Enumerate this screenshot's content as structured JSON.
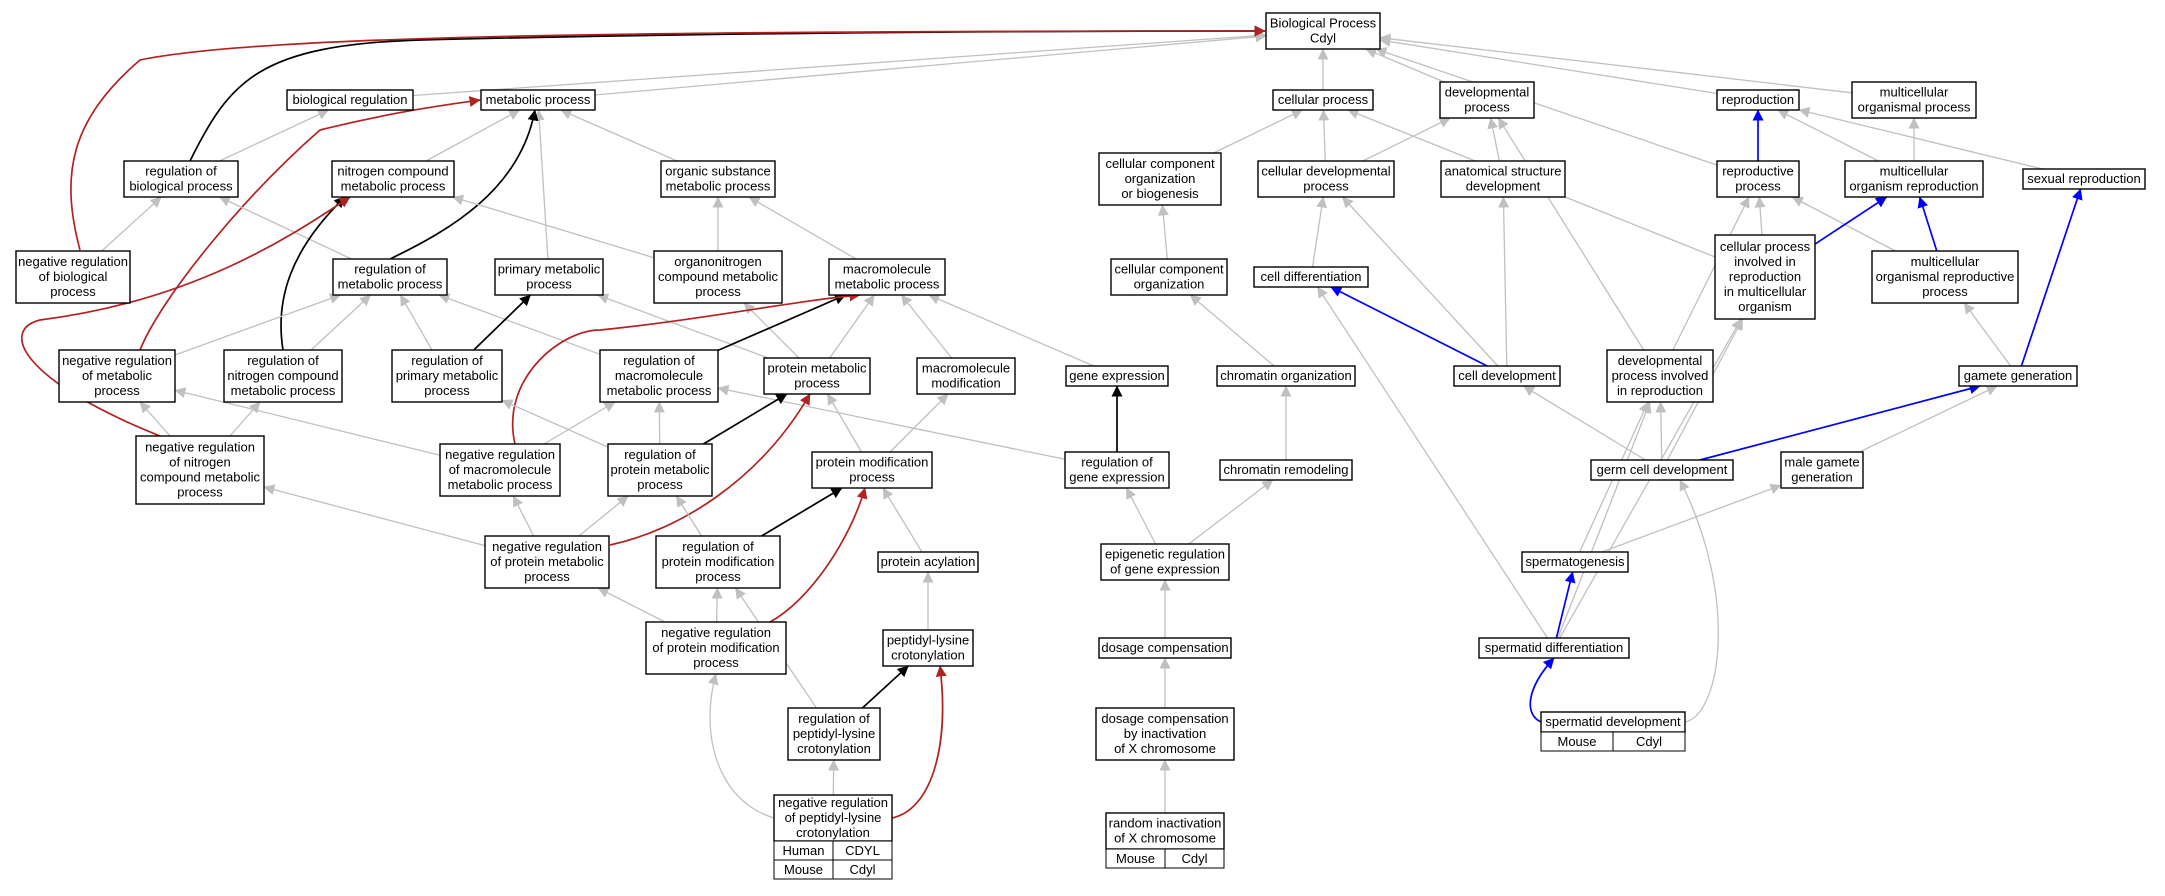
{
  "colors": {
    "gray": "#c0c0c0",
    "black": "#000000",
    "blue": "#0000ff",
    "red": "#b22222",
    "human_cell": "#ff6347",
    "mouse_cell": "#add8e6"
  },
  "nodes": [
    {
      "id": "bp",
      "lines": [
        "Biological Process",
        "Cdyl"
      ]
    },
    {
      "id": "bioreg",
      "lines": [
        "biological regulation"
      ]
    },
    {
      "id": "metproc",
      "lines": [
        "metabolic process"
      ]
    },
    {
      "id": "cellproc",
      "lines": [
        "cellular process"
      ]
    },
    {
      "id": "devproc",
      "lines": [
        "developmental",
        "process"
      ]
    },
    {
      "id": "repro",
      "lines": [
        "reproduction"
      ]
    },
    {
      "id": "multiproc",
      "lines": [
        "multicellular",
        "organismal process"
      ]
    },
    {
      "id": "regbio",
      "lines": [
        "regulation of",
        "biological process"
      ]
    },
    {
      "id": "nitro",
      "lines": [
        "nitrogen compound",
        "metabolic process"
      ]
    },
    {
      "id": "orgsub",
      "lines": [
        "organic substance",
        "metabolic process"
      ]
    },
    {
      "id": "ccorg",
      "lines": [
        "cellular component",
        "organization",
        "or biogenesis"
      ]
    },
    {
      "id": "celldev",
      "lines": [
        "cellular developmental",
        "process"
      ]
    },
    {
      "id": "anat",
      "lines": [
        "anatomical structure",
        "development"
      ]
    },
    {
      "id": "reproproc",
      "lines": [
        "reproductive",
        "process"
      ]
    },
    {
      "id": "multirepro",
      "lines": [
        "multicellular",
        "organism reproduction"
      ]
    },
    {
      "id": "sexrepro",
      "lines": [
        "sexual reproduction"
      ]
    },
    {
      "id": "negbio",
      "lines": [
        "negative regulation",
        "of biological",
        "process"
      ]
    },
    {
      "id": "regmet",
      "lines": [
        "regulation of",
        "metabolic process"
      ]
    },
    {
      "id": "primmet",
      "lines": [
        "primary metabolic",
        "process"
      ]
    },
    {
      "id": "orgnitro",
      "lines": [
        "organonitrogen",
        "compound metabolic",
        "process"
      ]
    },
    {
      "id": "macromet",
      "lines": [
        "macromolecule",
        "metabolic process"
      ]
    },
    {
      "id": "ccorg2",
      "lines": [
        "cellular component",
        "organization"
      ]
    },
    {
      "id": "celldiff",
      "lines": [
        "cell differentiation"
      ]
    },
    {
      "id": "cpinvolved",
      "lines": [
        "cellular process",
        "involved in",
        "reproduction",
        "in multicellular",
        "organism"
      ]
    },
    {
      "id": "multireproproc",
      "lines": [
        "multicellular",
        "organismal reproductive",
        "process"
      ]
    },
    {
      "id": "negmet",
      "lines": [
        "negative regulation",
        "of metabolic",
        "process"
      ]
    },
    {
      "id": "regnitro",
      "lines": [
        "regulation of",
        "nitrogen compound",
        "metabolic process"
      ]
    },
    {
      "id": "regprimmet",
      "lines": [
        "regulation of",
        "primary metabolic",
        "process"
      ]
    },
    {
      "id": "regmacro",
      "lines": [
        "regulation of",
        "macromolecule",
        "metabolic process"
      ]
    },
    {
      "id": "protmet",
      "lines": [
        "protein metabolic",
        "process"
      ]
    },
    {
      "id": "macromod",
      "lines": [
        "macromolecule",
        "modification"
      ]
    },
    {
      "id": "geneexp",
      "lines": [
        "gene expression"
      ]
    },
    {
      "id": "chromorg",
      "lines": [
        "chromatin organization"
      ]
    },
    {
      "id": "cellde",
      "lines": [
        "cell development"
      ]
    },
    {
      "id": "devrepro",
      "lines": [
        "developmental",
        "process involved",
        "in reproduction"
      ]
    },
    {
      "id": "gamete",
      "lines": [
        "gamete generation"
      ]
    },
    {
      "id": "negnitro",
      "lines": [
        "negative regulation",
        "of nitrogen",
        "compound metabolic",
        "process"
      ]
    },
    {
      "id": "negmacro",
      "lines": [
        "negative regulation",
        "of macromolecule",
        "metabolic process"
      ]
    },
    {
      "id": "regprot",
      "lines": [
        "regulation of",
        "protein metabolic",
        "process"
      ]
    },
    {
      "id": "protmod",
      "lines": [
        "protein modification",
        "process"
      ]
    },
    {
      "id": "reggene",
      "lines": [
        "regulation of",
        "gene expression"
      ]
    },
    {
      "id": "chromrem",
      "lines": [
        "chromatin remodeling"
      ]
    },
    {
      "id": "germ",
      "lines": [
        "germ cell development"
      ]
    },
    {
      "id": "malegam",
      "lines": [
        "male gamete",
        "generation"
      ]
    },
    {
      "id": "negprot",
      "lines": [
        "negative regulation",
        "of protein metabolic",
        "process"
      ]
    },
    {
      "id": "regprotmod",
      "lines": [
        "regulation of",
        "protein modification",
        "process"
      ]
    },
    {
      "id": "protacyl",
      "lines": [
        "protein acylation"
      ]
    },
    {
      "id": "epi",
      "lines": [
        "epigenetic regulation",
        "of gene expression"
      ]
    },
    {
      "id": "spermato",
      "lines": [
        "spermatogenesis"
      ]
    },
    {
      "id": "negprotmod",
      "lines": [
        "negative regulation",
        "of protein modification",
        "process"
      ]
    },
    {
      "id": "peptidyl",
      "lines": [
        "peptidyl-lysine",
        "crotonylation"
      ]
    },
    {
      "id": "dosage",
      "lines": [
        "dosage compensation"
      ]
    },
    {
      "id": "spermdiff",
      "lines": [
        "spermatid differentiation"
      ]
    },
    {
      "id": "regpep",
      "lines": [
        "regulation of",
        "peptidyl-lysine",
        "crotonylation"
      ]
    },
    {
      "id": "dosagex",
      "lines": [
        "dosage compensation",
        "by inactivation",
        "of X chromosome"
      ]
    },
    {
      "id": "spermdev",
      "lines": [
        "spermatid development"
      ],
      "annotations": [
        [
          "Mouse",
          "Cdyl"
        ]
      ]
    },
    {
      "id": "negpep",
      "lines": [
        "negative regulation",
        "of peptidyl-lysine",
        "crotonylation"
      ],
      "annotations": [
        [
          "Human",
          "CDYL"
        ],
        [
          "Mouse",
          "Cdyl"
        ]
      ]
    },
    {
      "id": "randomx",
      "lines": [
        "random inactivation",
        "of X chromosome"
      ],
      "annotations": [
        [
          "Mouse",
          "Cdyl"
        ]
      ]
    }
  ],
  "edges": [
    {
      "from": "bioreg",
      "to": "bp",
      "color": "gray"
    },
    {
      "from": "metproc",
      "to": "bp",
      "color": "gray"
    },
    {
      "from": "cellproc",
      "to": "bp",
      "color": "gray"
    },
    {
      "from": "devproc",
      "to": "bp",
      "color": "gray"
    },
    {
      "from": "repro",
      "to": "bp",
      "color": "gray"
    },
    {
      "from": "multiproc",
      "to": "bp",
      "color": "gray"
    },
    {
      "from": "regbio",
      "to": "bp",
      "color": "black"
    },
    {
      "from": "negbio",
      "to": "bp",
      "color": "red"
    },
    {
      "from": "reproproc",
      "to": "bp",
      "color": "gray"
    },
    {
      "from": "regbio",
      "to": "bioreg",
      "color": "gray"
    },
    {
      "from": "nitro",
      "to": "metproc",
      "color": "gray"
    },
    {
      "from": "orgsub",
      "to": "metproc",
      "color": "gray"
    },
    {
      "from": "primmet",
      "to": "metproc",
      "color": "gray"
    },
    {
      "from": "regmet",
      "to": "metproc",
      "color": "black"
    },
    {
      "from": "negmet",
      "to": "metproc",
      "color": "red"
    },
    {
      "from": "ccorg",
      "to": "cellproc",
      "color": "gray"
    },
    {
      "from": "celldev",
      "to": "cellproc",
      "color": "gray"
    },
    {
      "from": "cpinvolved",
      "to": "cellproc",
      "color": "gray"
    },
    {
      "from": "celldev",
      "to": "devproc",
      "color": "gray"
    },
    {
      "from": "anat",
      "to": "devproc",
      "color": "gray"
    },
    {
      "from": "devrepro",
      "to": "devproc",
      "color": "gray"
    },
    {
      "from": "reproproc",
      "to": "repro",
      "color": "blue"
    },
    {
      "from": "multirepro",
      "to": "repro",
      "color": "gray"
    },
    {
      "from": "sexrepro",
      "to": "repro",
      "color": "gray"
    },
    {
      "from": "multirepro",
      "to": "multiproc",
      "color": "gray"
    },
    {
      "from": "negbio",
      "to": "regbio",
      "color": "gray"
    },
    {
      "from": "regmet",
      "to": "regbio",
      "color": "gray"
    },
    {
      "from": "orgnitro",
      "to": "nitro",
      "color": "gray"
    },
    {
      "from": "regnitro",
      "to": "nitro",
      "color": "black"
    },
    {
      "from": "negnitro",
      "to": "nitro",
      "color": "red"
    },
    {
      "from": "orgnitro",
      "to": "orgsub",
      "color": "gray"
    },
    {
      "from": "macromet",
      "to": "orgsub",
      "color": "gray"
    },
    {
      "from": "ccorg2",
      "to": "ccorg",
      "color": "gray"
    },
    {
      "from": "celldiff",
      "to": "celldev",
      "color": "gray"
    },
    {
      "from": "cellde",
      "to": "celldev",
      "color": "gray"
    },
    {
      "from": "cellde",
      "to": "anat",
      "color": "gray"
    },
    {
      "from": "cpinvolved",
      "to": "reproproc",
      "color": "gray"
    },
    {
      "from": "multireproproc",
      "to": "reproproc",
      "color": "gray"
    },
    {
      "from": "devrepro",
      "to": "reproproc",
      "color": "gray"
    },
    {
      "from": "cpinvolved",
      "to": "multirepro",
      "color": "blue"
    },
    {
      "from": "multireproproc",
      "to": "multirepro",
      "color": "blue"
    },
    {
      "from": "gamete",
      "to": "sexrepro",
      "color": "blue"
    },
    {
      "from": "negmet",
      "to": "regmet",
      "color": "gray"
    },
    {
      "from": "regnitro",
      "to": "regmet",
      "color": "gray"
    },
    {
      "from": "regprimmet",
      "to": "regmet",
      "color": "gray"
    },
    {
      "from": "regmacro",
      "to": "regmet",
      "color": "gray"
    },
    {
      "from": "regprimmet",
      "to": "primmet",
      "color": "black"
    },
    {
      "from": "protmet",
      "to": "primmet",
      "color": "gray"
    },
    {
      "from": "protmet",
      "to": "orgnitro",
      "color": "gray"
    },
    {
      "from": "regmacro",
      "to": "macromet",
      "color": "black"
    },
    {
      "from": "negmacro",
      "to": "macromet",
      "color": "red"
    },
    {
      "from": "protmet",
      "to": "macromet",
      "color": "gray"
    },
    {
      "from": "macromod",
      "to": "macromet",
      "color": "gray"
    },
    {
      "from": "geneexp",
      "to": "macromet",
      "color": "gray"
    },
    {
      "from": "chromorg",
      "to": "ccorg2",
      "color": "gray"
    },
    {
      "from": "cellde",
      "to": "celldiff",
      "color": "blue"
    },
    {
      "from": "spermdiff",
      "to": "celldiff",
      "color": "gray"
    },
    {
      "from": "germ",
      "to": "cpinvolved",
      "color": "gray"
    },
    {
      "from": "spermdiff",
      "to": "cpinvolved",
      "color": "gray"
    },
    {
      "from": "gamete",
      "to": "multireproproc",
      "color": "gray"
    },
    {
      "from": "negnitro",
      "to": "negmet",
      "color": "gray"
    },
    {
      "from": "negmacro",
      "to": "negmet",
      "color": "gray"
    },
    {
      "from": "negnitro",
      "to": "regnitro",
      "color": "gray"
    },
    {
      "from": "regprot",
      "to": "regprimmet",
      "color": "gray"
    },
    {
      "from": "negmacro",
      "to": "regmacro",
      "color": "gray"
    },
    {
      "from": "regprot",
      "to": "regmacro",
      "color": "gray"
    },
    {
      "from": "reggene",
      "to": "regmacro",
      "color": "gray"
    },
    {
      "from": "regprot",
      "to": "protmet",
      "color": "black"
    },
    {
      "from": "negprot",
      "to": "protmet",
      "color": "red"
    },
    {
      "from": "protmod",
      "to": "protmet",
      "color": "gray"
    },
    {
      "from": "protmod",
      "to": "macromod",
      "color": "gray"
    },
    {
      "from": "reggene",
      "to": "geneexp",
      "color": "black"
    },
    {
      "from": "chromrem",
      "to": "chromorg",
      "color": "gray"
    },
    {
      "from": "germ",
      "to": "cellde",
      "color": "gray"
    },
    {
      "from": "germ",
      "to": "devrepro",
      "color": "gray"
    },
    {
      "from": "spermato",
      "to": "devrepro",
      "color": "gray"
    },
    {
      "from": "spermdiff",
      "to": "devrepro",
      "color": "gray"
    },
    {
      "from": "germ",
      "to": "gamete",
      "color": "blue"
    },
    {
      "from": "malegam",
      "to": "gamete",
      "color": "gray"
    },
    {
      "from": "negprot",
      "to": "negnitro",
      "color": "gray"
    },
    {
      "from": "negprot",
      "to": "negmacro",
      "color": "gray"
    },
    {
      "from": "negprot",
      "to": "regprot",
      "color": "gray"
    },
    {
      "from": "regprotmod",
      "to": "regprot",
      "color": "gray"
    },
    {
      "from": "regprotmod",
      "to": "protmod",
      "color": "black"
    },
    {
      "from": "negprotmod",
      "to": "protmod",
      "color": "red"
    },
    {
      "from": "protacyl",
      "to": "protmod",
      "color": "gray"
    },
    {
      "from": "epi",
      "to": "reggene",
      "color": "gray"
    },
    {
      "from": "epi",
      "to": "chromrem",
      "color": "gray"
    },
    {
      "from": "spermato",
      "to": "malegam",
      "color": "gray"
    },
    {
      "from": "negprotmod",
      "to": "negprot",
      "color": "gray"
    },
    {
      "from": "negprotmod",
      "to": "regprotmod",
      "color": "gray"
    },
    {
      "from": "regpep",
      "to": "regprotmod",
      "color": "gray"
    },
    {
      "from": "peptidyl",
      "to": "protacyl",
      "color": "gray"
    },
    {
      "from": "dosage",
      "to": "epi",
      "color": "gray"
    },
    {
      "from": "spermdiff",
      "to": "spermato",
      "color": "blue"
    },
    {
      "from": "regpep",
      "to": "peptidyl",
      "color": "black"
    },
    {
      "from": "negpep",
      "to": "peptidyl",
      "color": "red"
    },
    {
      "from": "dosagex",
      "to": "dosage",
      "color": "gray"
    },
    {
      "from": "spermdev",
      "to": "spermdiff",
      "color": "blue"
    },
    {
      "from": "spermdev",
      "to": "germ",
      "color": "gray"
    },
    {
      "from": "negpep",
      "to": "regpep",
      "color": "gray"
    },
    {
      "from": "negpep",
      "to": "negprotmod",
      "color": "gray"
    },
    {
      "from": "randomx",
      "to": "dosagex",
      "color": "gray"
    }
  ]
}
